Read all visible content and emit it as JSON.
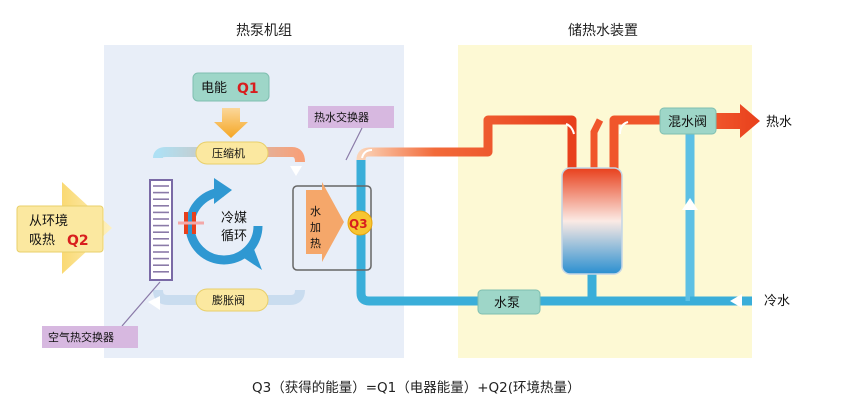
{
  "heat_pump_unit": {
    "title": "热泵机组",
    "power_label": "电能",
    "power_symbol": "Q1",
    "compressor": "压缩机",
    "refrigerant_line1": "冷媒",
    "refrigerant_line2": "循环",
    "expansion_valve": "膨胀阀",
    "water_exchanger": "热水交换器",
    "water_heating_1": "水",
    "water_heating_2": "加",
    "water_heating_3": "热",
    "water_exchanger_symbol": "Q3",
    "air_exchanger": "空气热交换器",
    "ambient_line1": "从环境",
    "ambient_line2": "吸热",
    "ambient_symbol": "Q2"
  },
  "storage_unit": {
    "title": "储热水装置",
    "mixing_valve": "混水阀",
    "hot_water": "热水",
    "water_pump": "水泵",
    "cold_water": "冷水"
  },
  "formula": "Q3（获得的能量）=Q1（电器能量）+Q2(环境热量）",
  "colors": {
    "hp_bg": "#e8eef8",
    "storage_bg": "#fdf9d4",
    "hot_pipe": "#f0562b",
    "cold_pipe": "#3aaed9",
    "label_green": "#9ed6c8",
    "label_yellow": "#fbe8a0",
    "label_purple": "#d7b8e0",
    "q_red": "#d81e1e"
  }
}
